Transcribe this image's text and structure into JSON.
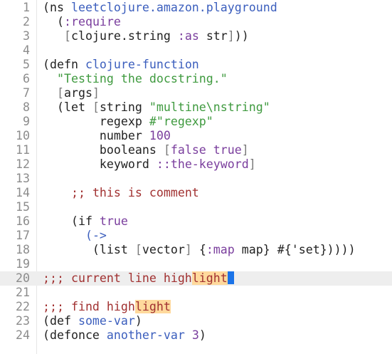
{
  "editor": {
    "current_line": 20,
    "colors": {
      "keyword": "#7a3e9d",
      "definition": "#3b5ebd",
      "string": "#3f9a3f",
      "number": "#7a3e9d",
      "comment": "#a13131",
      "bracket": "#7a7a7a",
      "highlight": "#ffd99c",
      "cursor": "#1a73e8",
      "current_line_bg": "#eeeeee",
      "gutter_text": "#8c8c8c"
    },
    "lines": [
      {
        "n": "1",
        "tokens": [
          {
            "t": "(ns ",
            "c": "plain"
          },
          {
            "t": "leetclojure.amazon.playground",
            "c": "def"
          }
        ]
      },
      {
        "n": "2",
        "tokens": [
          {
            "t": "  (",
            "c": "plain"
          },
          {
            "t": ":require",
            "c": "kw"
          }
        ]
      },
      {
        "n": "3",
        "tokens": [
          {
            "t": "   ",
            "c": "plain"
          },
          {
            "t": "[",
            "c": "brk"
          },
          {
            "t": "clojure.string ",
            "c": "plain"
          },
          {
            "t": ":as",
            "c": "kw"
          },
          {
            "t": " str",
            "c": "plain"
          },
          {
            "t": "]",
            "c": "brk"
          },
          {
            "t": "))",
            "c": "plain"
          }
        ]
      },
      {
        "n": "4",
        "tokens": []
      },
      {
        "n": "5",
        "tokens": [
          {
            "t": "(defn ",
            "c": "plain"
          },
          {
            "t": "clojure-function",
            "c": "def"
          }
        ]
      },
      {
        "n": "6",
        "tokens": [
          {
            "t": "  ",
            "c": "plain"
          },
          {
            "t": "\"Testing the docstring.\"",
            "c": "str"
          }
        ]
      },
      {
        "n": "7",
        "tokens": [
          {
            "t": "  ",
            "c": "plain"
          },
          {
            "t": "[",
            "c": "brk"
          },
          {
            "t": "args",
            "c": "plain"
          },
          {
            "t": "]",
            "c": "brk"
          }
        ]
      },
      {
        "n": "8",
        "tokens": [
          {
            "t": "  (let ",
            "c": "plain"
          },
          {
            "t": "[",
            "c": "brk"
          },
          {
            "t": "string ",
            "c": "plain"
          },
          {
            "t": "\"multine\\nstring\"",
            "c": "str"
          }
        ]
      },
      {
        "n": "9",
        "tokens": [
          {
            "t": "        regexp ",
            "c": "plain"
          },
          {
            "t": "#\"regexp\"",
            "c": "str"
          }
        ]
      },
      {
        "n": "10",
        "tokens": [
          {
            "t": "        number ",
            "c": "plain"
          },
          {
            "t": "100",
            "c": "num"
          }
        ]
      },
      {
        "n": "11",
        "tokens": [
          {
            "t": "        booleans ",
            "c": "plain"
          },
          {
            "t": "[",
            "c": "brk"
          },
          {
            "t": "false true",
            "c": "kw"
          },
          {
            "t": "]",
            "c": "brk"
          }
        ]
      },
      {
        "n": "12",
        "tokens": [
          {
            "t": "        keyword ",
            "c": "plain"
          },
          {
            "t": "::the-keyword",
            "c": "kw"
          },
          {
            "t": "]",
            "c": "brk"
          }
        ]
      },
      {
        "n": "13",
        "tokens": []
      },
      {
        "n": "14",
        "tokens": [
          {
            "t": "    ",
            "c": "plain"
          },
          {
            "t": ";; this is comment",
            "c": "com"
          }
        ]
      },
      {
        "n": "15",
        "tokens": []
      },
      {
        "n": "16",
        "tokens": [
          {
            "t": "    (if ",
            "c": "plain"
          },
          {
            "t": "true",
            "c": "kw"
          }
        ]
      },
      {
        "n": "17",
        "tokens": [
          {
            "t": "      ",
            "c": "plain"
          },
          {
            "t": "(->",
            "c": "def"
          }
        ]
      },
      {
        "n": "18",
        "tokens": [
          {
            "t": "       (list ",
            "c": "plain"
          },
          {
            "t": "[",
            "c": "brk"
          },
          {
            "t": "vector",
            "c": "plain"
          },
          {
            "t": "]",
            "c": "brk"
          },
          {
            "t": " {",
            "c": "plain"
          },
          {
            "t": ":map",
            "c": "kw"
          },
          {
            "t": " map} #{",
            "c": "plain"
          },
          {
            "t": "'set",
            "c": "plain"
          },
          {
            "t": "}))))",
            "c": "plain"
          }
        ]
      },
      {
        "n": "19",
        "tokens": []
      },
      {
        "n": "20",
        "tokens": [
          {
            "t": ";;; current line high",
            "c": "com"
          },
          {
            "t": "light",
            "c": "com-hl"
          }
        ],
        "cursor": true
      },
      {
        "n": "21",
        "tokens": []
      },
      {
        "n": "22",
        "tokens": [
          {
            "t": ";;; find high",
            "c": "com"
          },
          {
            "t": "light",
            "c": "com-hl"
          }
        ]
      },
      {
        "n": "23",
        "tokens": [
          {
            "t": "(def ",
            "c": "plain"
          },
          {
            "t": "some-var",
            "c": "def"
          },
          {
            "t": ")",
            "c": "plain"
          }
        ]
      },
      {
        "n": "24",
        "tokens": [
          {
            "t": "(defonce ",
            "c": "plain"
          },
          {
            "t": "another-var",
            "c": "def"
          },
          {
            "t": " ",
            "c": "plain"
          },
          {
            "t": "3",
            "c": "num"
          },
          {
            "t": ")",
            "c": "plain"
          }
        ]
      }
    ]
  }
}
